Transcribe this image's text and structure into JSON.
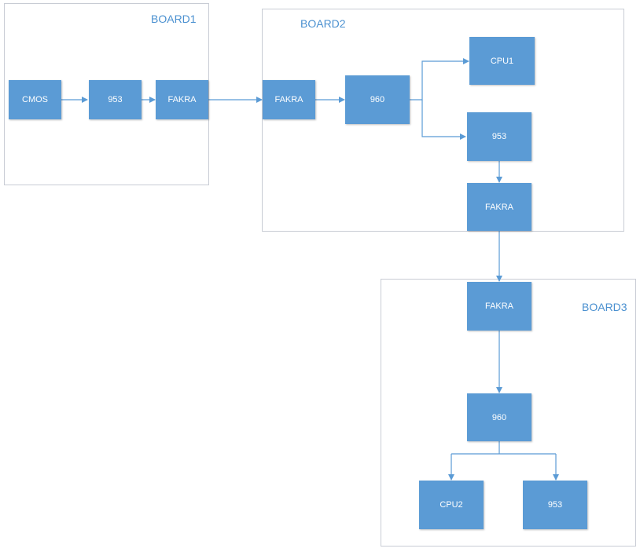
{
  "boards": {
    "board1": {
      "label": "BOARD1"
    },
    "board2": {
      "label": "BOARD2"
    },
    "board3": {
      "label": "BOARD3"
    }
  },
  "nodes": {
    "b1_cmos": "CMOS",
    "b1_953": "953",
    "b1_fakra": "FAKRA",
    "b2_fakra_in": "FAKRA",
    "b2_960": "960",
    "b2_cpu1": "CPU1",
    "b2_953": "953",
    "b2_fakra_out": "FAKRA",
    "b3_fakra": "FAKRA",
    "b3_960": "960",
    "b3_cpu2": "CPU2",
    "b3_953": "953"
  },
  "colors": {
    "node_fill": "#5b9bd5",
    "connector": "#5b9bd5",
    "board_border": "#c8ccd4",
    "board_label": "#4a90d0"
  }
}
